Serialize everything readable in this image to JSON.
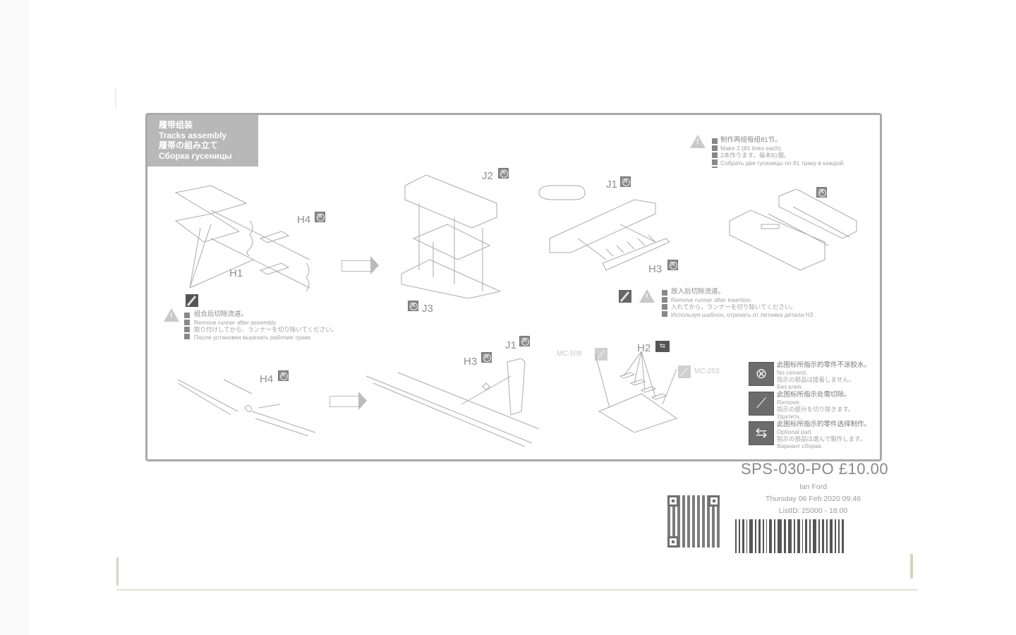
{
  "sheet": {
    "title": {
      "zh": "履带组装",
      "en": "Tracks assembly",
      "ja": "履帯の組み立て",
      "ru": "Сборка гусеницы"
    },
    "step1": {
      "parts": [
        "H4",
        "H1"
      ],
      "note": {
        "zh": "组合后切除流道。",
        "en": "Remove runner after assembly",
        "ja": "取り付けしてから、ランナーを切り除いてください。",
        "ru": "После установки вырезать рабочие траки."
      }
    },
    "step2": {
      "parts": [
        "J2",
        "J3"
      ]
    },
    "step3": {
      "parts": [
        "J1",
        "H3"
      ],
      "note": {
        "zh": "放入后切除流道。",
        "en": "Remove runner after insertion.",
        "ja": "入れてから、ランナーを切り除いてください。",
        "ru": "Используя шаблон, отрезать от литника детали H3 ."
      }
    },
    "step4": {
      "note": {
        "zh": "制作两组每组81节。",
        "en": "Make 2 (81 links each).",
        "ja": "2本作ります。毎本81個。",
        "ru": "Собрать две гусеницы по 81 траку в каждой."
      }
    },
    "step5": {
      "parts": [
        "H4"
      ]
    },
    "step6": {
      "parts": [
        "H3",
        "J1"
      ]
    },
    "step7": {
      "parts": [
        "H2"
      ],
      "paints": [
        "MC-508",
        "MC-253"
      ]
    },
    "legend": [
      {
        "icon": "no-cement-icon",
        "zh": "此图标所指示的零件不涂胶水。",
        "en": "No cement.",
        "ja": "指示の部品は接着しません。",
        "ru": "Без клея."
      },
      {
        "icon": "remove-icon",
        "zh": "此图标所指示处需切除。",
        "en": "Remove.",
        "ja": "指示の部分を切り除きます。",
        "ru": "Удалить."
      },
      {
        "icon": "optional-part-icon",
        "zh": "此图标所指示的零件选择制作。",
        "en": "Optional part.",
        "ja": "指示の部品は選んで製作します。",
        "ru": "Вариант сборки."
      }
    ]
  },
  "price_label": {
    "sku": "SPS-030-PO £10.00",
    "name": "Ian Ford",
    "date": "Thursday 06 Feb 2020 09:46",
    "list_id": "ListID: 25000 - 18.00"
  },
  "colors": {
    "frame": "#a9a9ab",
    "title_tab": "#b8b8b8",
    "text": "#8a8a8a"
  }
}
